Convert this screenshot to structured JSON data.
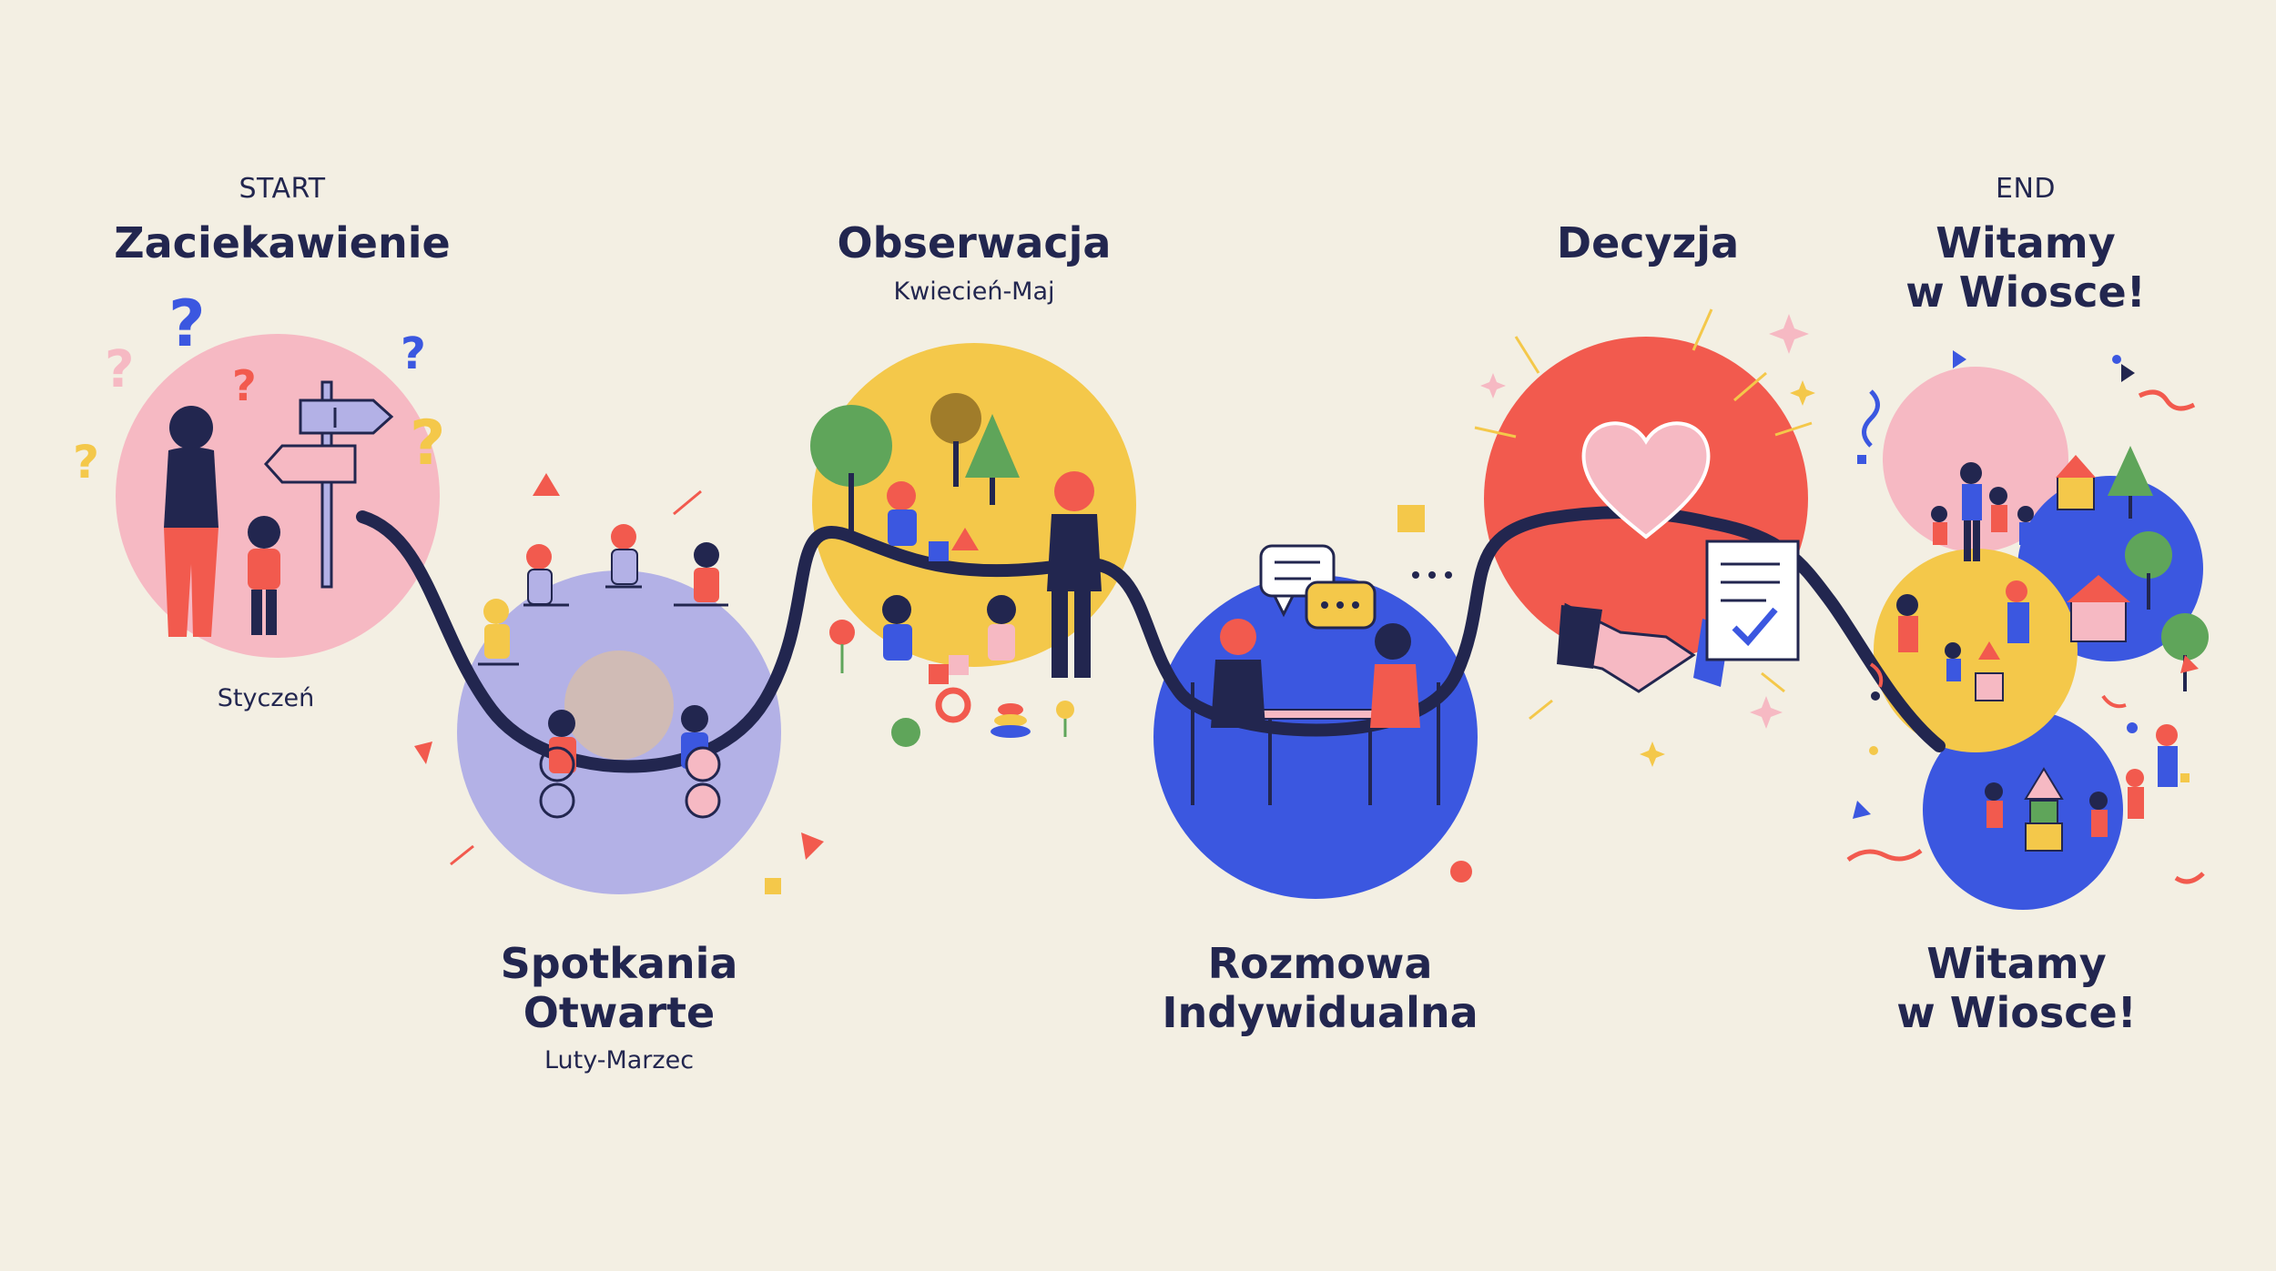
{
  "steps": [
    {
      "tag": "START",
      "title": "Zaciekawienie",
      "period": "Styczeń"
    },
    {
      "title_line1": "Spotkania",
      "title_line2": "Otwarte",
      "period": "Luty-Marzec"
    },
    {
      "title": "Obserwacja",
      "period": "Kwiecień-Maj"
    },
    {
      "title_line1": "Rozmowa",
      "title_line2": "Indywidualna"
    },
    {
      "title": "Decyzja"
    },
    {
      "tag": "END",
      "title_line1": "Witamy",
      "title_line2": "w Wiosce!"
    }
  ],
  "bottom_end_title": {
    "line1": "Witamy",
    "line2": "w Wiosce!"
  },
  "colors": {
    "background": "#f3efe3",
    "navy": "#22264f",
    "pink": "#f6b9c3",
    "lavender": "#b3b1e6",
    "yellow": "#f4c84a",
    "blue": "#3b57e0",
    "red": "#f25a4e"
  },
  "icons": [
    "question-mark-icon",
    "signpost-icon",
    "chair-icon",
    "tree-icon",
    "toy-blocks-icon",
    "speech-bubble-icon",
    "heart-icon",
    "handshake-icon",
    "document-check-icon",
    "house-icon",
    "confetti-icon"
  ]
}
